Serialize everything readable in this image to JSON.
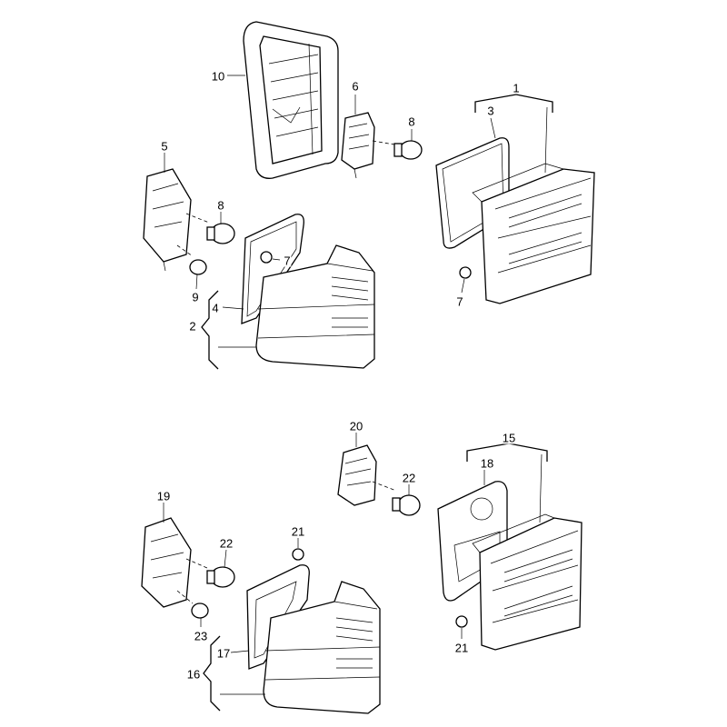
{
  "diagram": {
    "upper_group": {
      "callouts": [
        "10",
        "6",
        "8",
        "1",
        "3",
        "5",
        "8",
        "7",
        "9",
        "4",
        "2",
        "7"
      ]
    },
    "lower_group": {
      "callouts": [
        "20",
        "22",
        "15",
        "18",
        "19",
        "22",
        "21",
        "23",
        "17",
        "16",
        "21"
      ]
    }
  }
}
